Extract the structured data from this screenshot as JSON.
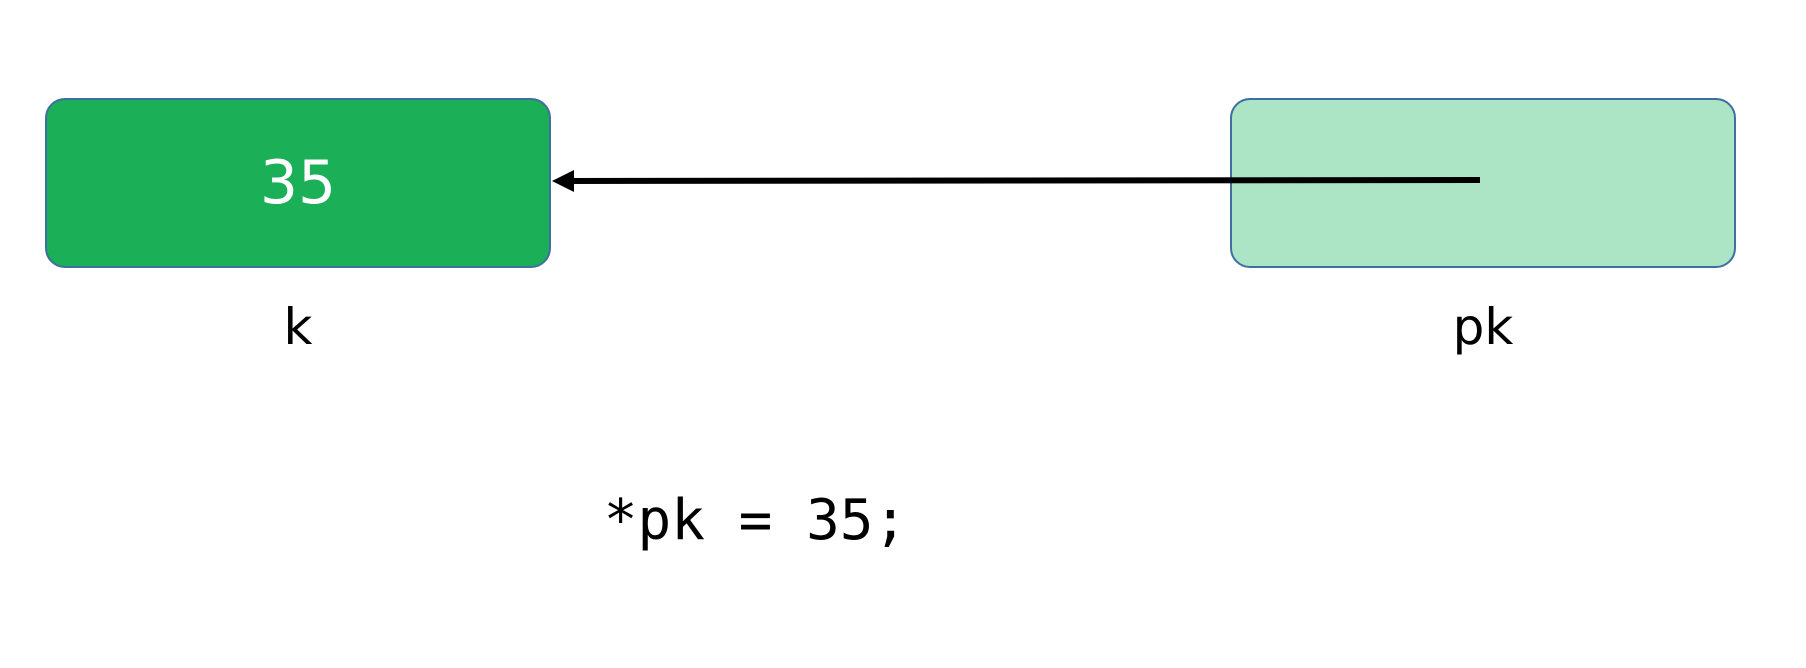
{
  "diagram": {
    "variable_k": {
      "name": "k",
      "value": "35",
      "fill_color": "#1baf57"
    },
    "variable_pk": {
      "name": "pk",
      "fill_color": "#abe5c5"
    },
    "statement": "*pk = 35;",
    "arrow": {
      "from": "pk",
      "to": "k",
      "color": "#000000"
    }
  }
}
